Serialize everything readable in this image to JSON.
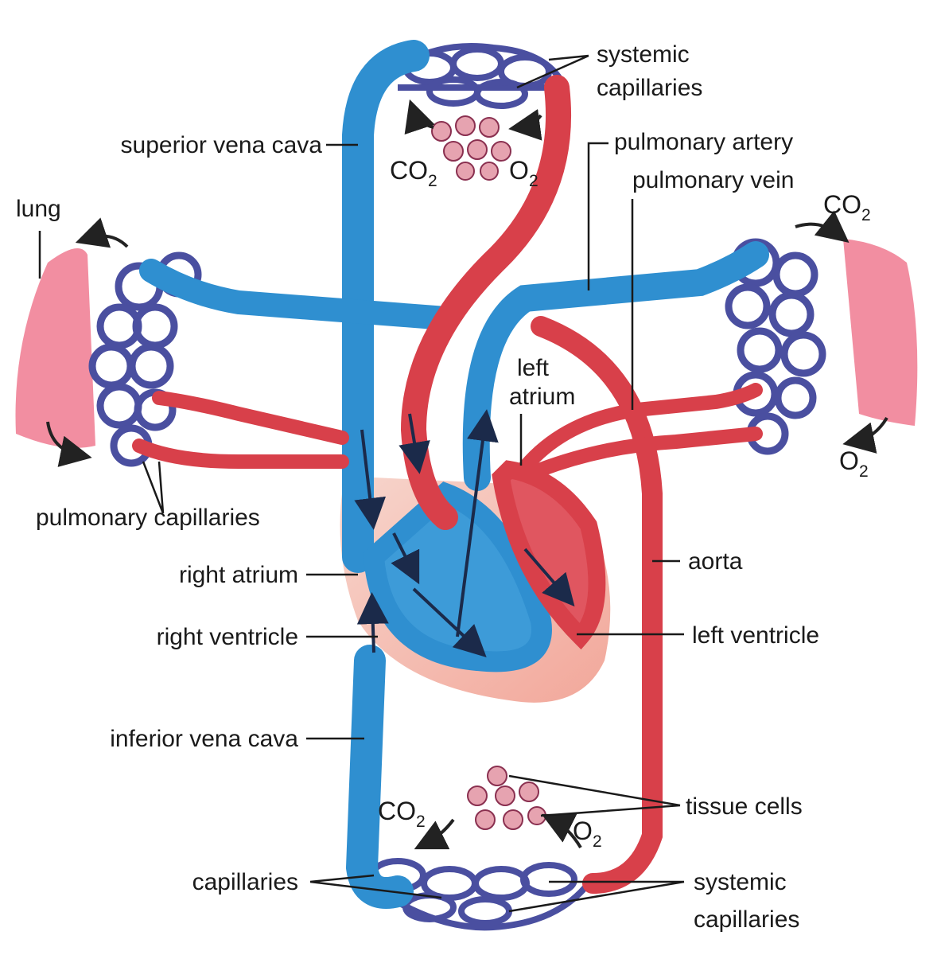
{
  "labels": {
    "systemic_capillaries_top_1": "systemic",
    "systemic_capillaries_top_2": "capillaries",
    "superior_vena_cava": "superior vena cava",
    "pulmonary_artery": "pulmonary artery",
    "pulmonary_vein": "pulmonary vein",
    "lung": "lung",
    "left_atrium_1": "left",
    "left_atrium_2": "atrium",
    "pulmonary_capillaries": "pulmonary capillaries",
    "aorta": "aorta",
    "right_atrium": "right atrium",
    "right_ventricle": "right ventricle",
    "left_ventricle": "left ventricle",
    "inferior_vena_cava": "inferior vena cava",
    "tissue_cells": "tissue cells",
    "capillaries": "capillaries",
    "systemic_capillaries_bottom_1": "systemic",
    "systemic_capillaries_bottom_2": "capillaries"
  },
  "gases": {
    "co2_main": "CO",
    "co2_sub": "2",
    "o2_main": "O",
    "o2_sub": "2"
  },
  "colors": {
    "deoxygenated": "#2f8fd0",
    "oxygenated": "#d8404a",
    "capillary": "#4a4fa0",
    "lung": "#f07a90"
  }
}
